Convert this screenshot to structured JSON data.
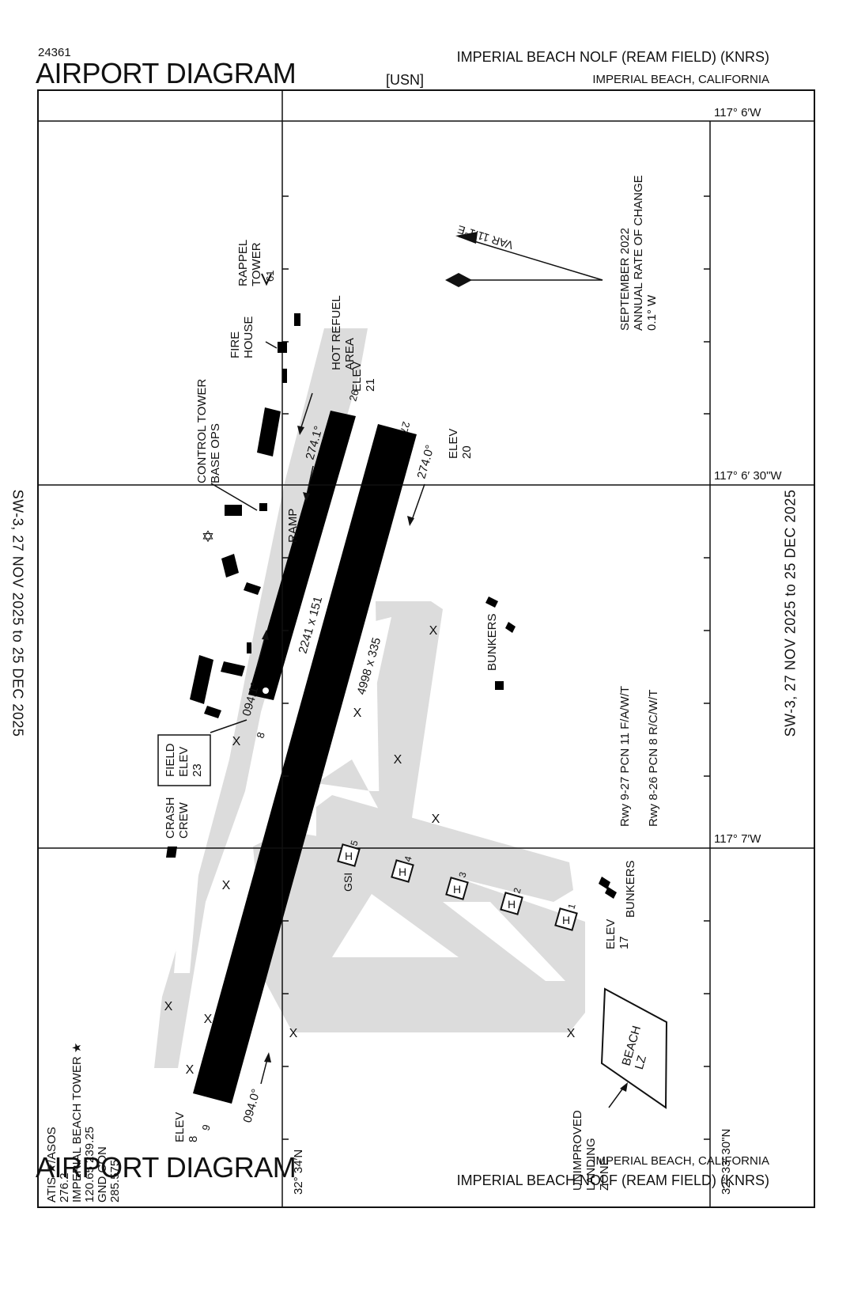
{
  "header": {
    "chart_number": "24361",
    "title": "AIRPORT DIAGRAM",
    "owner": "[USN]",
    "airport_name": "IMPERIAL BEACH NOLF (REAM FIELD)  (KNRS)",
    "location": "IMPERIAL BEACH, CALIFORNIA"
  },
  "footer": {
    "title": "AIRPORT DIAGRAM",
    "location": "IMPERIAL BEACH, CALIFORNIA",
    "airport_name": "IMPERIAL BEACH NOLF (REAM FIELD)  (KNRS)"
  },
  "side_labels": {
    "left": "SW-3,  27 NOV 2025  to  25 DEC 2025",
    "right": "SW-3,  27 NOV 2025  to  25 DEC 2025"
  },
  "grid": {
    "lon_top": "117° 6′W",
    "lon_mid": "117° 6′ 30\"W",
    "lon_bottom": "117° 7′W",
    "lat_left": "32° 34′N",
    "lat_right": "32° 33′ 30\"N"
  },
  "magnetic": {
    "var_label": "VAR 11.1°E",
    "rate_lines": [
      "SEPTEMBER 2022",
      "ANNUAL RATE OF CHANGE",
      "0.1° W"
    ]
  },
  "runways": {
    "rwy_8_26": {
      "dimension": "2241 x 151",
      "heading_low": "094.1°",
      "heading_high": "274.1°",
      "end_low": "8",
      "end_high": "26",
      "elev_high_label": "ELEV",
      "elev_high_value": "21"
    },
    "rwy_9_27": {
      "dimension": "4998 x 335",
      "heading_low": "094.0°",
      "heading_high": "274.0°",
      "end_low": "9",
      "end_high": "27",
      "elev_low_label": "ELEV",
      "elev_low_value": "8",
      "elev_high_label": "ELEV",
      "elev_high_value": "20"
    }
  },
  "labels": {
    "rappel_tower": [
      "RAPPEL",
      "TOWER"
    ],
    "rappel_tower_height": "61",
    "fire_house": [
      "FIRE",
      "HOUSE"
    ],
    "hot_refuel": [
      "HOT REFUEL",
      "AREA"
    ],
    "control_tower": [
      "CONTROL TOWER",
      "BASE OPS"
    ],
    "ramp": "RAMP",
    "bunkers_1": "BUNKERS",
    "bunkers_2": "BUNKERS",
    "crash_crew": [
      "CRASH",
      "CREW"
    ],
    "field_elev": [
      "FIELD",
      "ELEV",
      "23"
    ],
    "gsi": "GSI",
    "elev_17": [
      "ELEV",
      "17"
    ],
    "beach_lz": [
      "BEACH",
      "LZ"
    ],
    "unimproved": [
      "UNIMPROVED",
      "LANDING",
      "ZONE"
    ],
    "helipads": [
      "1",
      "2",
      "3",
      "4",
      "5"
    ],
    "pcn": [
      "Rwy 9-27    PCN 11 F/A/W/T",
      "Rwy 8-26    PCN 8 R/C/W/T"
    ]
  },
  "comms": {
    "lines": [
      "ATIS ★/ASOS",
      "276.2",
      "IMPERIAL BEACH TOWER ★",
      "120.65  239.25",
      "GND CON",
      "285.575"
    ]
  }
}
